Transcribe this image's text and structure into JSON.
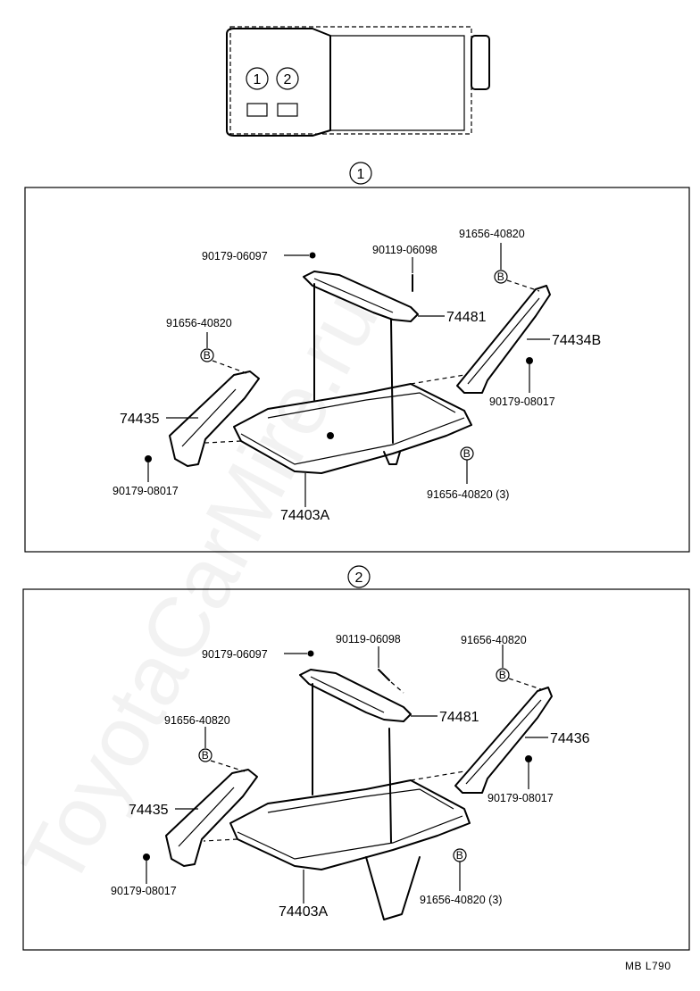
{
  "locator": {
    "options": [
      "1",
      "2"
    ]
  },
  "views": [
    {
      "number": "1",
      "labels": {
        "bolt_top_left": "90179-06097",
        "bolt_top_mid": "90119-06098",
        "clip_top_right": "91656-40820",
        "clip_left": "91656-40820",
        "clamp": "74481",
        "right_rod": "74434B",
        "left_rod": "74435",
        "nut_right": "90179-08017",
        "nut_left": "90179-08017",
        "tray": "74403A",
        "clip_bottom": "91656-40820 (3)"
      }
    },
    {
      "number": "2",
      "labels": {
        "bolt_top_left": "90179-06097",
        "bolt_top_mid": "90119-06098",
        "clip_top_right": "91656-40820",
        "clip_left": "91656-40820",
        "clamp": "74481",
        "right_rod": "74436",
        "left_rod": "74435",
        "nut_right": "90179-08017",
        "nut_left": "90179-08017",
        "tray": "74403A",
        "clip_bottom": "91656-40820 (3)"
      }
    }
  ],
  "clip_marker": "B",
  "footer_code": "MB  L790",
  "watermark": "ToyotaCarMire.ru"
}
